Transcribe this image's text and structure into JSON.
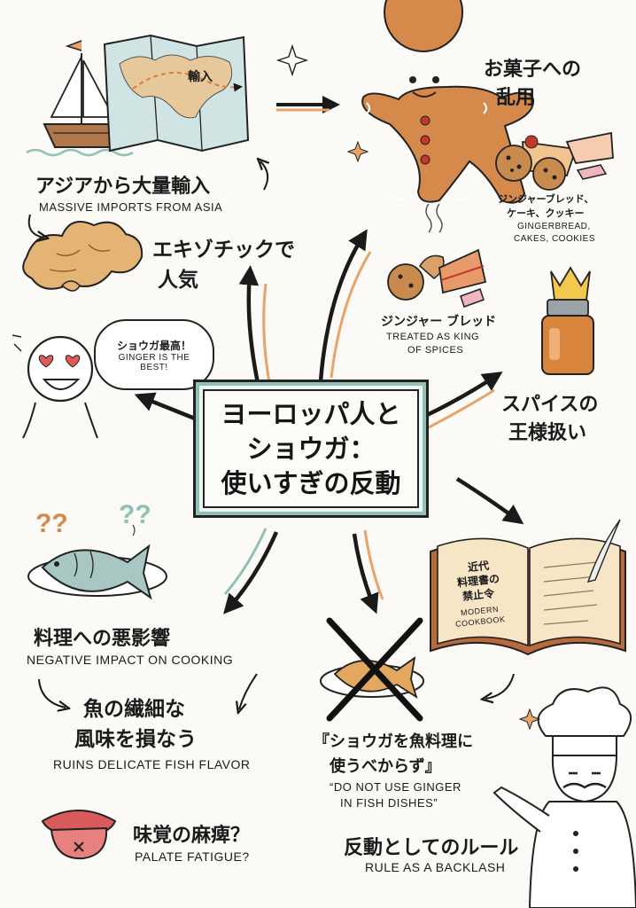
{
  "center_title": [
    "ヨーロッパ人と",
    "ショウガ：",
    "使いすぎの反動"
  ],
  "imports": {
    "jp": "アジアから大量輸入",
    "en": "MASSIVE IMPORTS FROM ASIA",
    "map_label": "輸入"
  },
  "exotic": {
    "jp_line1": "エキゾチックで",
    "jp_line2": "人気"
  },
  "speech": {
    "jp": "ショウガ最高！",
    "en_line1": "GINGER IS THE",
    "en_line2": "BEST!"
  },
  "sweets": {
    "title_line1": "お菓子への",
    "title_line2": "乱用",
    "jp_line1": "ジンジャーブレッド、",
    "jp_line2": "ケーキ、クッキー",
    "en_line1": "GINGERBREAD,",
    "en_line2": "CAKES, COOKIES"
  },
  "king": {
    "jp": "ジンジャー ブレッド",
    "en_line1": "TREATED AS KING",
    "en_line2": "OF SPICES",
    "title_line1": "スパイスの",
    "title_line2": "王様扱い"
  },
  "cookbook": {
    "jp_line1": "近代",
    "jp_line2": "料理書の",
    "jp_line3": "禁止令",
    "en_line1": "MODERN",
    "en_line2": "COOKBOOK"
  },
  "negative": {
    "jp": "料理への悪影響",
    "en": "NEGATIVE IMPACT ON COOKING"
  },
  "fish": {
    "jp_line1": "魚の繊細な",
    "jp_line2": "風味を損なう",
    "en": "RUINS DELICATE FISH FLAVOR"
  },
  "palate": {
    "jp": "味覚の麻痺？",
    "en": "PALATE FATIGUE?"
  },
  "rule": {
    "quote_line1": "『ショウガを魚料理に",
    "quote_line2": "使うべからず』",
    "quote_en_line1": "“DO NOT USE GINGER",
    "quote_en_line2": "IN FISH DISHES”",
    "jp": "反動としてのルール",
    "en": "RULE AS A BACKLASH"
  },
  "colors": {
    "accent_orange": "#e8a468",
    "accent_teal": "#8fc1b6",
    "gingerbread": "#d58a4c",
    "ink": "#1a1a1a"
  }
}
